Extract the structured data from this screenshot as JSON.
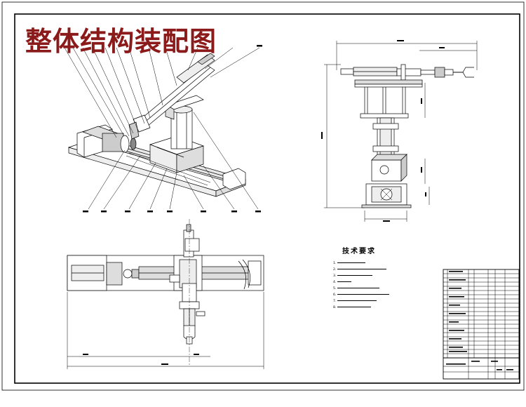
{
  "drawing": {
    "title": "整体结构装配图",
    "technical_requirements": {
      "heading": "技术要求",
      "items": [
        "1.",
        "2.",
        "3.",
        "4.",
        "5.",
        "6.",
        "7.",
        "8."
      ]
    },
    "callouts_top": [
      "",
      "",
      "",
      "",
      "",
      "",
      "",
      "",
      ""
    ],
    "callouts_bottom": [
      "",
      "",
      "",
      "",
      "",
      "",
      "",
      "",
      ""
    ]
  }
}
